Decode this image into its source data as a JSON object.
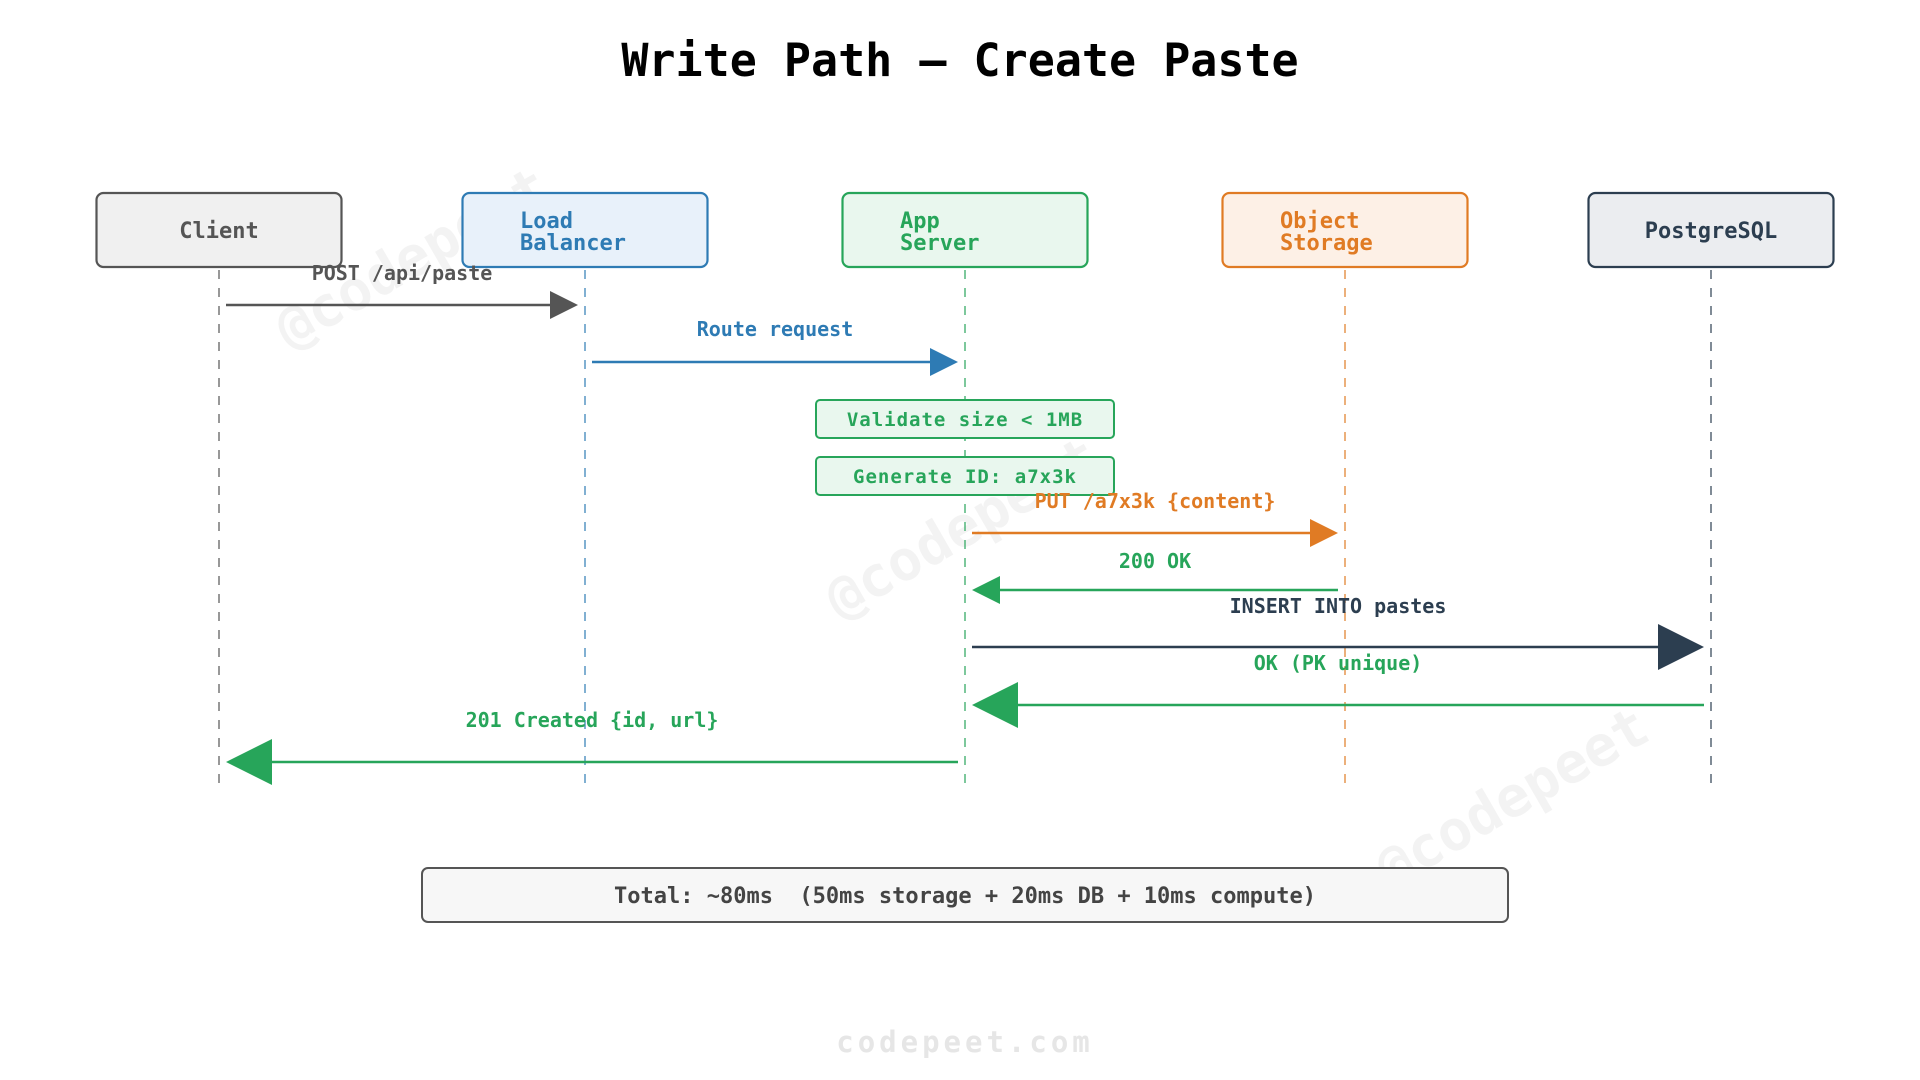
{
  "title": "Write Path — Create Paste",
  "actors": [
    {
      "id": "client",
      "lines": [
        "Client"
      ],
      "color": "#555555",
      "fill": "#f0f0f0"
    },
    {
      "id": "lb",
      "lines": [
        "Load",
        "Balancer"
      ],
      "color": "#2e7bb4",
      "fill": "#e8f1fa"
    },
    {
      "id": "app",
      "lines": [
        "App",
        "Server"
      ],
      "color": "#27a55a",
      "fill": "#e9f7ee"
    },
    {
      "id": "storage",
      "lines": [
        "Object",
        "Storage"
      ],
      "color": "#e07b24",
      "fill": "#fdf0e6"
    },
    {
      "id": "pg",
      "lines": [
        "PostgreSQL"
      ],
      "color": "#2c3e50",
      "fill": "#ebedf0"
    }
  ],
  "messages": [
    {
      "from": 0,
      "to": 1,
      "label": "POST /api/paste",
      "color": "#555555"
    },
    {
      "from": 1,
      "to": 2,
      "label": "Route request",
      "color": "#2e7bb4"
    },
    {
      "from": 2,
      "to": 3,
      "label": "PUT /a7x3k {content}",
      "color": "#e07b24"
    },
    {
      "from": 3,
      "to": 2,
      "label": "200 OK",
      "color": "#27a55a"
    },
    {
      "from": 2,
      "to": 4,
      "label": "INSERT INTO pastes",
      "color": "#2c3e50"
    },
    {
      "from": 4,
      "to": 2,
      "label": "OK (PK unique)",
      "color": "#27a55a"
    },
    {
      "from": 2,
      "to": 0,
      "label": "201 Created {id, url}",
      "color": "#27a55a"
    }
  ],
  "notes": [
    {
      "actor": 2,
      "label": "Validate size < 1MB",
      "color": "#27a55a",
      "fill": "#e9f7ee"
    },
    {
      "actor": 2,
      "label": "Generate ID: a7x3k",
      "color": "#27a55a",
      "fill": "#e9f7ee"
    }
  ],
  "summary": "Total: ~80ms  (50ms storage + 20ms DB + 10ms compute)",
  "watermark": "@codepeet",
  "footer": "codepeet.com"
}
